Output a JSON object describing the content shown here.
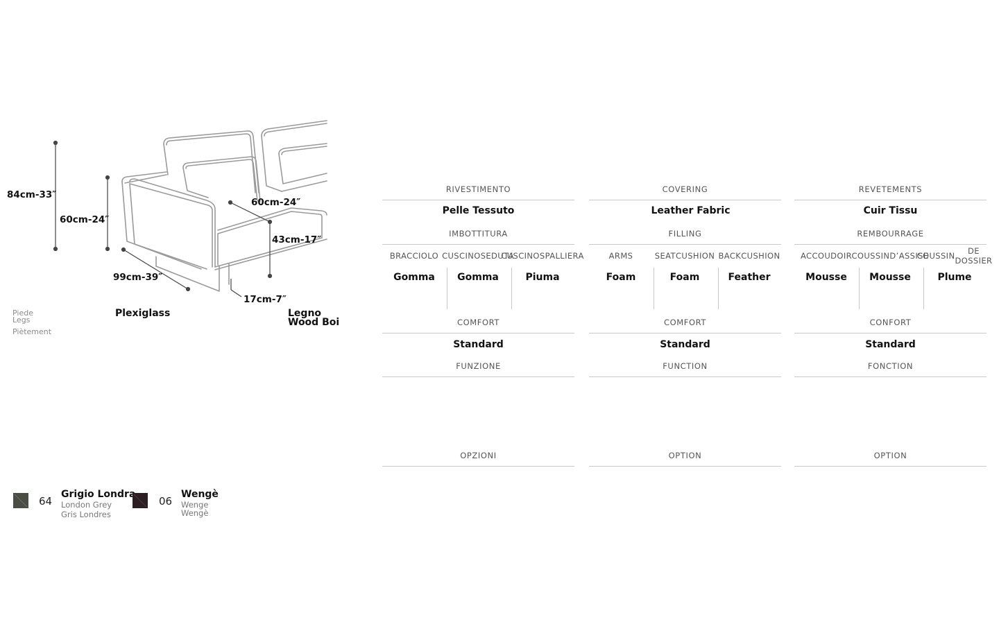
{
  "dimensions": {
    "height_total": "84cm-33″",
    "height_arm": "60cm-24″",
    "seat_depth": "60cm-24″",
    "seat_height": "43cm-17″",
    "depth": "99cm-39″",
    "leg_height": "17cm-7″"
  },
  "legs": {
    "label_it": "Piede",
    "label_en": "Legs",
    "label_fr": "Piètement",
    "options": [
      "Plexiglass",
      "Legno",
      "Wood Boi"
    ]
  },
  "columns": [
    {
      "covering_header": "RIVESTIMENTO",
      "covering_value": "Pelle Tessuto",
      "filling_header": "IMBOTTITURA",
      "filling": [
        {
          "header": [
            "BRACCIOLO"
          ],
          "value": "Gomma"
        },
        {
          "header": [
            "CUSCINO",
            "SEDUTA"
          ],
          "value": "Gomma"
        },
        {
          "header": [
            "CUSCINO",
            "SPALLIERA"
          ],
          "value": "Piuma"
        }
      ],
      "comfort_header": "COMFORT",
      "comfort_value": "Standard",
      "function_header": "FUNZIONE",
      "option_header": "OPZIONI"
    },
    {
      "covering_header": "COVERING",
      "covering_value": "Leather Fabric",
      "filling_header": "FILLING",
      "filling": [
        {
          "header": [
            "ARMS"
          ],
          "value": "Foam"
        },
        {
          "header": [
            "SEAT",
            "CUSHION"
          ],
          "value": "Foam"
        },
        {
          "header": [
            "BACK",
            "CUSHION"
          ],
          "value": "Feather"
        }
      ],
      "comfort_header": "COMFORT",
      "comfort_value": "Standard",
      "function_header": "FUNCTION",
      "option_header": "OPTION"
    },
    {
      "covering_header": "REVETEMENTS",
      "covering_value": "Cuir Tissu",
      "filling_header": "REMBOURRAGE",
      "filling": [
        {
          "header": [
            "ACCOUDOIR"
          ],
          "value": "Mousse"
        },
        {
          "header": [
            "COUSSIN",
            "D’ASSISE"
          ],
          "value": "Mousse"
        },
        {
          "header": [
            "COUSSIN",
            "DE DOSSIER"
          ],
          "value": "Plume"
        }
      ],
      "comfort_header": "CONFORT",
      "comfort_value": "Standard",
      "function_header": "FONCTION",
      "option_header": "OPTION"
    }
  ],
  "swatches": [
    {
      "code": "64",
      "name": "Grigio Londra",
      "en": "London Grey",
      "fr": "Gris Londres",
      "color": "#4a4d46"
    },
    {
      "code": "06",
      "name": "Wengè",
      "en": "Wenge",
      "fr": "Wengè",
      "color": "#2a1e22"
    }
  ]
}
